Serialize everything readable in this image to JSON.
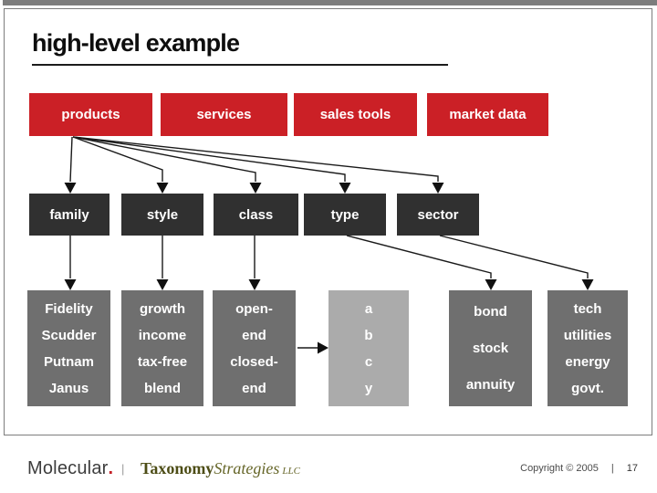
{
  "page": {
    "top_strip_color": "#7d7d7d",
    "slide_border_color": "#7d7d7d",
    "background": "#ffffff"
  },
  "slide": {
    "title": "high-level example"
  },
  "colors": {
    "category_red": "#cb2026",
    "facet_dark": "#303030",
    "value_gray": "#6f6f6f",
    "value_light_gray": "#ababab",
    "arrow_black": "#1a1a1a"
  },
  "diagram": {
    "top_row": [
      {
        "label": "products"
      },
      {
        "label": "services"
      },
      {
        "label": "sales tools"
      },
      {
        "label": "market data"
      }
    ],
    "middle_row": [
      {
        "label": "family"
      },
      {
        "label": "style"
      },
      {
        "label": "class"
      },
      {
        "label": "type"
      },
      {
        "label": "sector"
      }
    ],
    "bottom_row": [
      {
        "lines": [
          "Fidelity",
          "Scudder",
          "Putnam",
          "Janus"
        ]
      },
      {
        "lines": [
          "growth",
          "income",
          "tax-free",
          "blend"
        ]
      },
      {
        "lines": [
          "open-",
          "end",
          "closed-",
          "end"
        ]
      },
      {
        "lines": [
          "a",
          "b",
          "c",
          "y"
        ]
      },
      {
        "lines": [
          "bond",
          "stock",
          "annuity"
        ]
      },
      {
        "lines": [
          "tech",
          "utilities",
          "energy",
          "govt."
        ]
      }
    ],
    "edges": [
      {
        "from": "products",
        "to": "family"
      },
      {
        "from": "products",
        "to": "style"
      },
      {
        "from": "products",
        "to": "class"
      },
      {
        "from": "products",
        "to": "type"
      },
      {
        "from": "products",
        "to": "sector"
      },
      {
        "from": "family",
        "to": "Fidelity Scudder Putnam Janus"
      },
      {
        "from": "style",
        "to": "growth income tax-free blend"
      },
      {
        "from": "class",
        "to": "open-end closed-end"
      },
      {
        "from": "open-end closed-end",
        "to": "a b c y"
      },
      {
        "from": "type",
        "to": "bond stock annuity"
      },
      {
        "from": "sector",
        "to": "tech utilities energy govt."
      }
    ]
  },
  "footer": {
    "molecular": "Molecular",
    "molecular_dot": ".",
    "divider": "|",
    "taxonomy_bold": "Taxonomy",
    "taxonomy_italic": "Strategies",
    "taxonomy_suffix": "LLC",
    "copyright": "Copyright © 2005",
    "page_divider": "|",
    "page_number": "17"
  }
}
